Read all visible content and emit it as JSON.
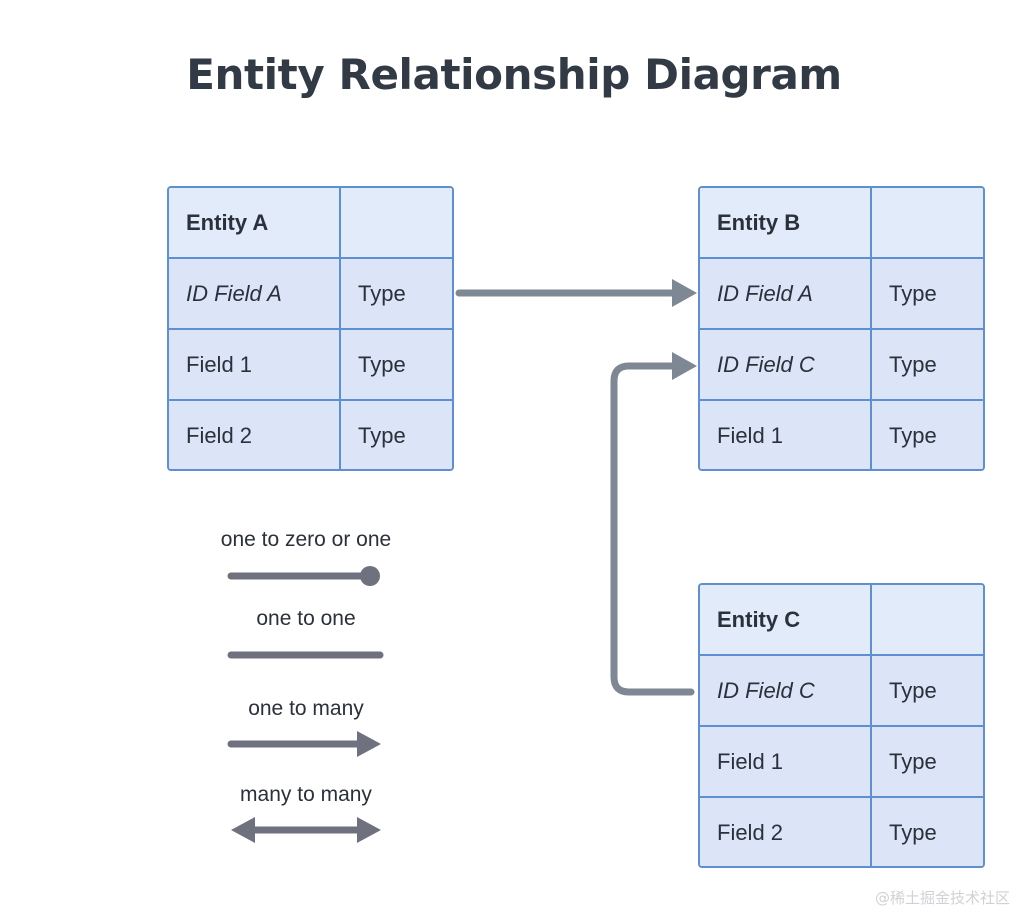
{
  "page": {
    "title": "Entity Relationship Diagram",
    "watermark": "@稀土掘金技术社区",
    "background": "#ffffff"
  },
  "colors": {
    "title_text": "#323a45",
    "table_border": "#5e8fd0",
    "header_fill": "#e2ebf9",
    "row_fill": "#dbe5f7",
    "cell_text": "#2b313a",
    "connector": "#7e8794",
    "legend_line": "#6f717f",
    "watermark": "#cfd2d6"
  },
  "entities": [
    {
      "name": "entity-a",
      "header": {
        "name": "Entity A",
        "type": ""
      },
      "fields": [
        {
          "name": "ID Field A",
          "type": "Type",
          "key": true
        },
        {
          "name": "Field 1",
          "type": "Type",
          "key": false
        },
        {
          "name": "Field 2",
          "type": "Type",
          "key": false
        }
      ]
    },
    {
      "name": "entity-b",
      "header": {
        "name": "Entity B",
        "type": ""
      },
      "fields": [
        {
          "name": "ID Field A",
          "type": "Type",
          "key": true
        },
        {
          "name": "ID Field C",
          "type": "Type",
          "key": true
        },
        {
          "name": "Field 1",
          "type": "Type",
          "key": false
        }
      ]
    },
    {
      "name": "entity-c",
      "header": {
        "name": "Entity C",
        "type": ""
      },
      "fields": [
        {
          "name": "ID Field C",
          "type": "Type",
          "key": true
        },
        {
          "name": "Field 1",
          "type": "Type",
          "key": false
        },
        {
          "name": "Field 2",
          "type": "Type",
          "key": false
        }
      ]
    }
  ],
  "relationships": [
    {
      "name": "a-to-b",
      "from": "Entity A.ID Field A",
      "to": "Entity B.ID Field A",
      "cardinality": "one to many"
    },
    {
      "name": "c-to-b",
      "from": "Entity C.ID Field C",
      "to": "Entity B.ID Field C",
      "cardinality": "one to many"
    }
  ],
  "legend": {
    "items": [
      {
        "label": "one to zero or one",
        "marker": "circle-end"
      },
      {
        "label": "one to one",
        "marker": "plain-line"
      },
      {
        "label": "one to many",
        "marker": "arrow-end"
      },
      {
        "label": "many to many",
        "marker": "arrow-both"
      }
    ]
  }
}
